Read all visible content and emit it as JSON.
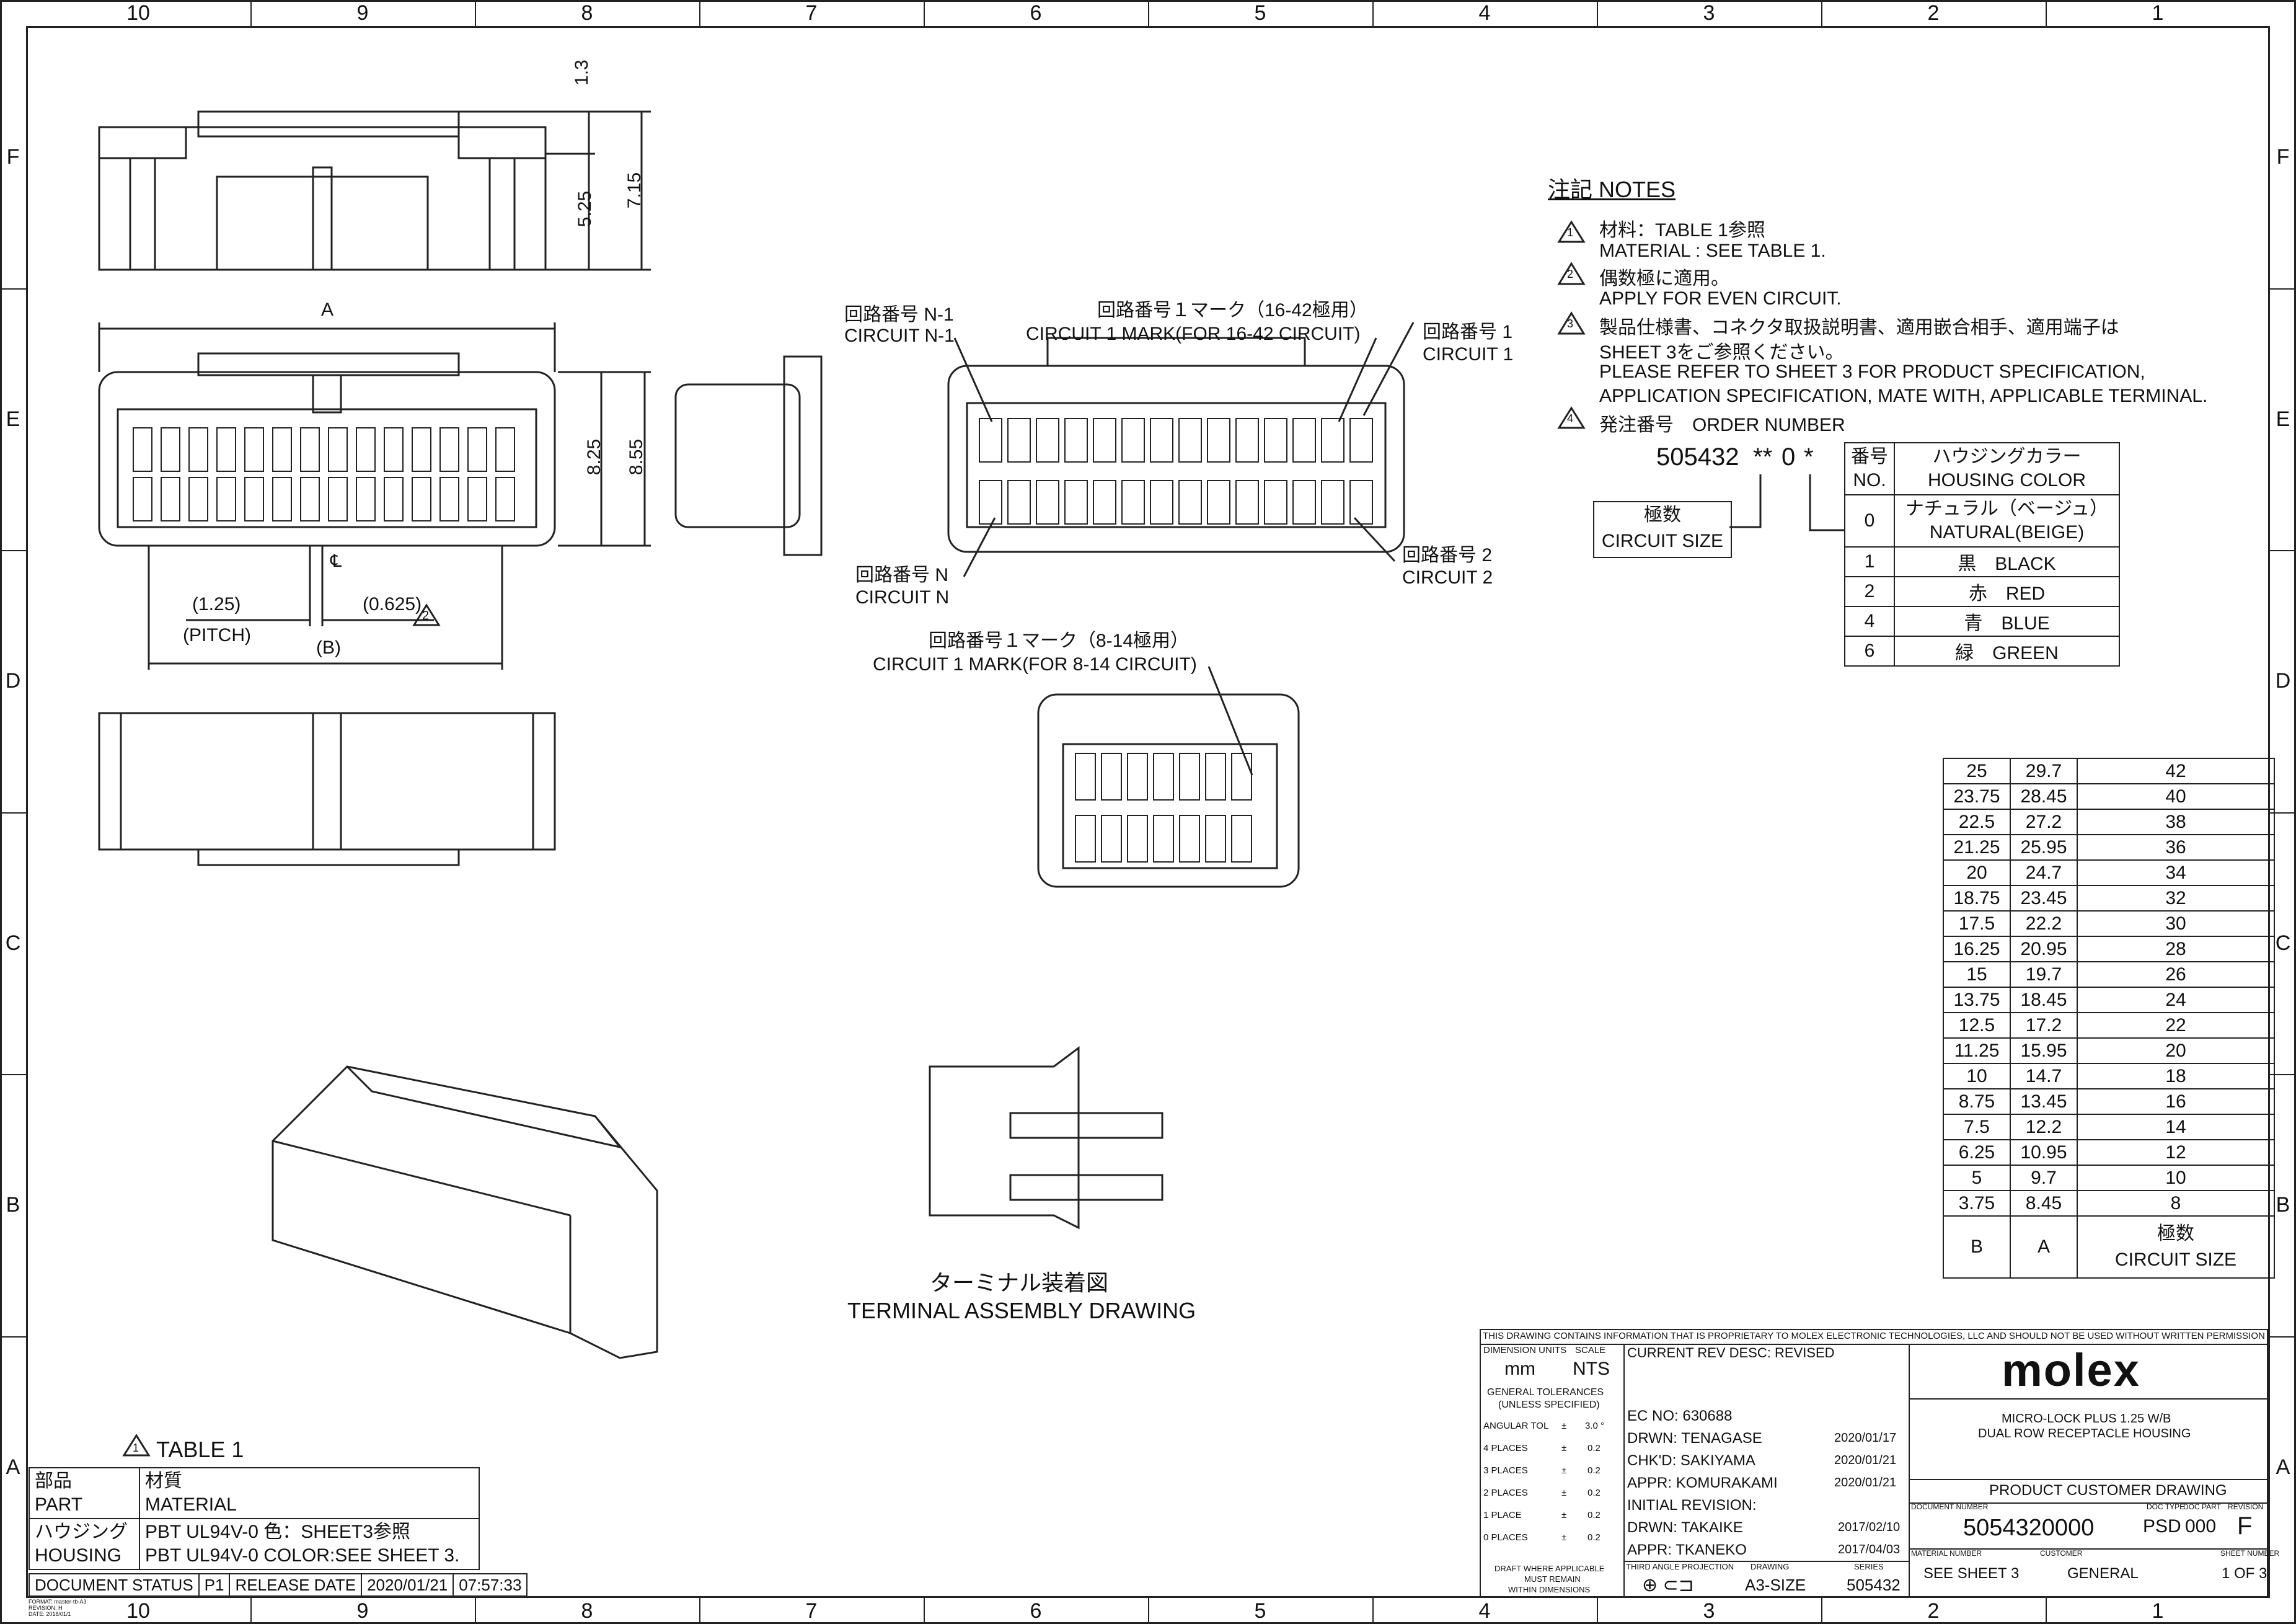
{
  "frame": {
    "cols_top": [
      "10",
      "9",
      "8",
      "7",
      "6",
      "5",
      "4",
      "3",
      "2",
      "1"
    ],
    "rows_side": [
      "F",
      "E",
      "D",
      "C",
      "B",
      "A"
    ]
  },
  "dims": {
    "d13": "1.3",
    "d525": "5.25",
    "d715": "7.15",
    "A": "A",
    "d825": "8.25",
    "d855": "8.55",
    "cl": "℄",
    "p125": "(1.25)",
    "pitch": "(PITCH)",
    "p0625": "(0.625)",
    "B": "(B)",
    "note2": "2"
  },
  "callouts": {
    "n1_jp": "回路番号 N-1",
    "n1_en": "CIRCUIT N-1",
    "c1mark_jp": "回路番号１マーク（16-42極用）",
    "c1mark_en": "CIRCUIT 1 MARK(FOR 16-42 CIRCUIT)",
    "c1_jp": "回路番号 1",
    "c1_en": "CIRCUIT 1",
    "n_jp": "回路番号 N",
    "n_en": "CIRCUIT N",
    "c2_jp": "回路番号 2",
    "c2_en": "CIRCUIT 2",
    "c1small_jp": "回路番号１マーク（8-14極用）",
    "c1small_en": "CIRCUIT 1 MARK(FOR 8-14 CIRCUIT)"
  },
  "notes": {
    "title": "注記 NOTES",
    "items": [
      {
        "num": "1",
        "lines": [
          "材料：TABLE 1参照",
          "MATERIAL : SEE TABLE 1."
        ]
      },
      {
        "num": "2",
        "lines": [
          "偶数極に適用。",
          "APPLY FOR EVEN CIRCUIT."
        ]
      },
      {
        "num": "3",
        "lines": [
          "製品仕様書、コネクタ取扱説明書、適用嵌合相手、適用端子は",
          "SHEET 3をご参照ください。",
          "PLEASE REFER TO SHEET 3 FOR PRODUCT SPECIFICATION,",
          "APPLICATION SPECIFICATION, MATE WITH, APPLICABLE TERMINAL."
        ]
      },
      {
        "num": "4",
        "lines": [
          "発注番号　ORDER NUMBER"
        ]
      }
    ]
  },
  "order": {
    "prefix": "505432",
    "stars": "**",
    "zero": "0",
    "star": "*",
    "size_jp": "極数",
    "size_en": "CIRCUIT SIZE"
  },
  "color_table": {
    "head_no_jp": "番号",
    "head_no_en": "NO.",
    "head_color_jp": "ハウジングカラー",
    "head_color_en": "HOUSING COLOR",
    "rows": [
      {
        "no": "0",
        "jp": "ナチュラル（ベージュ）",
        "en": "NATURAL(BEIGE)"
      },
      {
        "no": "1",
        "jp": "黒",
        "en": "BLACK"
      },
      {
        "no": "2",
        "jp": "赤",
        "en": "RED"
      },
      {
        "no": "4",
        "jp": "青",
        "en": "BLUE"
      },
      {
        "no": "6",
        "jp": "緑",
        "en": "GREEN"
      }
    ]
  },
  "size_table": {
    "rows": [
      [
        "25",
        "29.7",
        "42"
      ],
      [
        "23.75",
        "28.45",
        "40"
      ],
      [
        "22.5",
        "27.2",
        "38"
      ],
      [
        "21.25",
        "25.95",
        "36"
      ],
      [
        "20",
        "24.7",
        "34"
      ],
      [
        "18.75",
        "23.45",
        "32"
      ],
      [
        "17.5",
        "22.2",
        "30"
      ],
      [
        "16.25",
        "20.95",
        "28"
      ],
      [
        "15",
        "19.7",
        "26"
      ],
      [
        "13.75",
        "18.45",
        "24"
      ],
      [
        "12.5",
        "17.2",
        "22"
      ],
      [
        "11.25",
        "15.95",
        "20"
      ],
      [
        "10",
        "14.7",
        "18"
      ],
      [
        "8.75",
        "13.45",
        "16"
      ],
      [
        "7.5",
        "12.2",
        "14"
      ],
      [
        "6.25",
        "10.95",
        "12"
      ],
      [
        "5",
        "9.7",
        "10"
      ],
      [
        "3.75",
        "8.45",
        "8"
      ]
    ],
    "foot_b": "B",
    "foot_a": "A",
    "foot_jp": "極数",
    "foot_en": "CIRCUIT SIZE"
  },
  "terminal": {
    "jp": "ターミナル装着図",
    "en": "TERMINAL ASSEMBLY DRAWING"
  },
  "table1": {
    "title": "TABLE 1",
    "num": "1",
    "h1_jp": "部品",
    "h1_en": "PART",
    "h2_jp": "材質",
    "h2_en": "MATERIAL",
    "r_jp": "ハウジング",
    "r_en": "HOUSING",
    "m_jp": "PBT UL94V-0 色：SHEET3参照",
    "m_en": "PBT UL94V-0 COLOR:SEE SHEET 3."
  },
  "docstatus": {
    "label": "DOCUMENT STATUS",
    "status": "P1",
    "rel": "RELEASE DATE",
    "date": "2020/01/21",
    "time": "07:57:33"
  },
  "title_block": {
    "proprietary": "THIS DRAWING CONTAINS INFORMATION THAT IS PROPRIETARY TO MOLEX ELECTRONIC TECHNOLOGIES, LLC AND SHOULD NOT BE USED WITHOUT WRITTEN PERMISSION",
    "dim_units_lbl": "DIMENSION UNITS",
    "dim_units": "mm",
    "scale_lbl": "SCALE",
    "scale": "NTS",
    "gen_tol": "GENERAL TOLERANCES",
    "unless": "(UNLESS SPECIFIED)",
    "ang_tol": "ANGULAR TOL",
    "ang_pm": "±",
    "ang_val": "3.0 °",
    "tol_rows": [
      {
        "lbl": "4 PLACES",
        "pm": "±",
        "val": "0.2"
      },
      {
        "lbl": "3 PLACES",
        "pm": "±",
        "val": "0.2"
      },
      {
        "lbl": "2 PLACES",
        "pm": "±",
        "val": "0.2"
      },
      {
        "lbl": "1 PLACE",
        "pm": "±",
        "val": "0.2"
      },
      {
        "lbl": "0 PLACES",
        "pm": "±",
        "val": "0.2"
      }
    ],
    "draft": "DRAFT WHERE APPLICABLE",
    "must": "MUST REMAIN",
    "within": "WITHIN DIMENSIONS",
    "rev_desc": "CURRENT REV DESC: REVISED",
    "ec": "EC NO:  630688",
    "drwn": "DRWN:  TENAGASE",
    "drwn_d": "2020/01/17",
    "chkd": "CHK'D:  SAKIYAMA",
    "chkd_d": "2020/01/21",
    "appr": "APPR:  KOMURAKAMI",
    "appr_d": "2020/01/21",
    "init": "INITIAL REVISION:",
    "drwn2": "DRWN:  TAKAIKE",
    "drwn2_d": "2017/02/10",
    "appr2": "APPR:  TKANEKO",
    "appr2_d": "2017/04/03",
    "third": "THIRD ANGLE PROJECTION",
    "drawing_lbl": "DRAWING",
    "drawing": "A3-SIZE",
    "series_lbl": "SERIES",
    "series": "505432",
    "brand": "molex",
    "prod1": "MICRO-LOCK PLUS 1.25 W/B",
    "prod2": "DUAL ROW RECEPTACLE HOUSING",
    "pcd": "PRODUCT CUSTOMER DRAWING",
    "docnum_lbl": "DOCUMENT NUMBER",
    "docnum": "5054320000",
    "doctype_lbl": "DOC TYPE",
    "doctype": "PSD",
    "docpart_lbl": "DOC PART",
    "docpart": "000",
    "rev_lbl": "REVISION",
    "rev": "F",
    "matnum_lbl": "MATERIAL NUMBER",
    "matnum": "SEE SHEET 3",
    "cust_lbl": "CUSTOMER",
    "cust": "GENERAL",
    "sheet_lbl": "SHEET NUMBER",
    "sheet": "1 OF 3"
  },
  "format_note": [
    "FORMAT: master-tb-A3",
    "REVISION: H",
    "DATE: 2018/01/1"
  ]
}
